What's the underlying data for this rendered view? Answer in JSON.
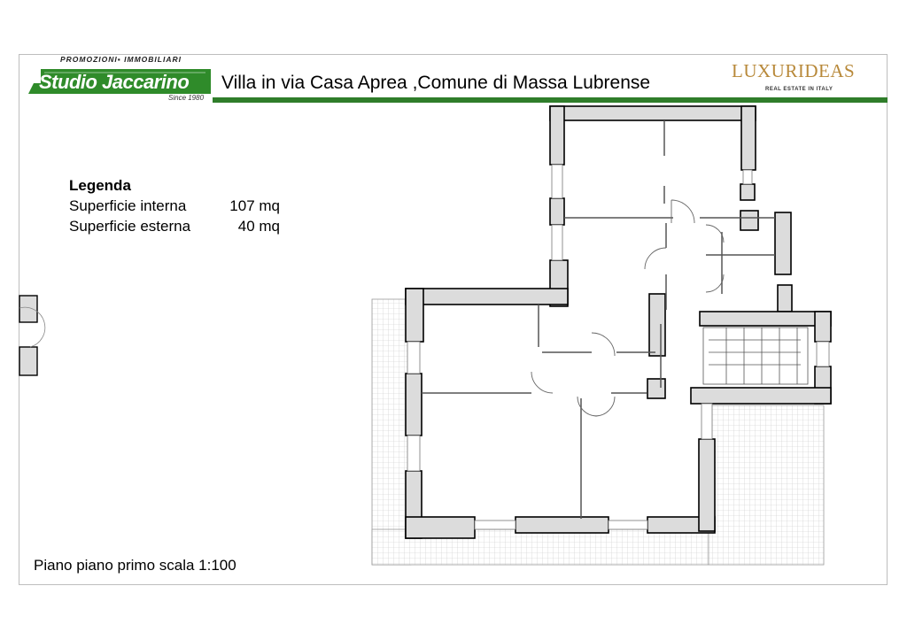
{
  "header": {
    "logo_top": "PROMOZIONI▪ IMMOBILIARI",
    "logo_main": "Studio Jaccarino",
    "logo_since": "Since 1980",
    "title": "Villa in via Casa Aprea ,Comune di Massa Lubrense",
    "brand_name": "LUXURIDEAS",
    "brand_sub": "REAL ESTATE IN ITALY"
  },
  "legend": {
    "heading": "Legenda",
    "rows": [
      {
        "label": "Superficie interna",
        "value": "107 mq"
      },
      {
        "label": "Superficie esterna",
        "value": "40 mq"
      }
    ]
  },
  "footer": {
    "scale": "Piano piano primo scala 1:100"
  },
  "colors": {
    "accent_green": "#2f7d2a",
    "brand_gold": "#b8893a",
    "wall_fill": "#dcdcdc"
  },
  "icons": {
    "logo": "studio-jaccarino-logo",
    "brand_logo": "luxurideas-logo",
    "floor_plan": "floor-plan-drawing"
  }
}
